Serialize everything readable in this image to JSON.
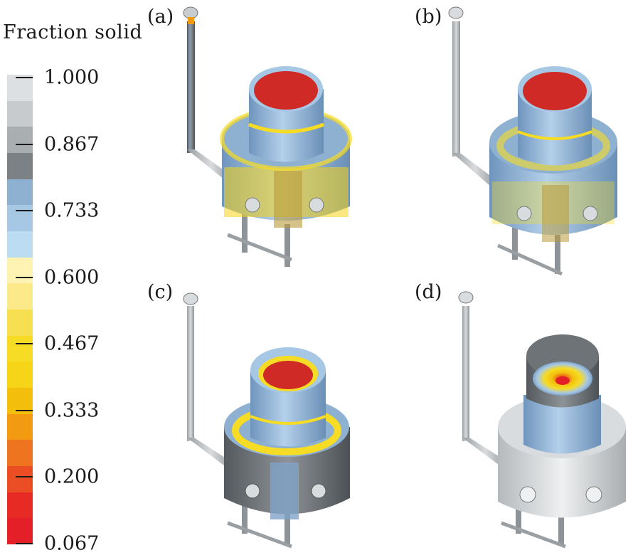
{
  "legend": {
    "title": "Fraction solid",
    "ticks": [
      "1.000",
      "0.867",
      "0.733",
      "0.600",
      "0.467",
      "0.333",
      "0.200",
      "0.067"
    ],
    "colors": [
      "#dde0e2",
      "#c7cbcd",
      "#a9aeb1",
      "#7c8185",
      "#8fb1d1",
      "#a7c8e4",
      "#bcdcf2",
      "#fff3b3",
      "#fbe98a",
      "#f7df52",
      "#f6dc24",
      "#f6d417",
      "#f4be0d",
      "#f19a12",
      "#ee7420",
      "#eb4d25",
      "#e82a25",
      "#e41f27"
    ]
  },
  "panels": [
    {
      "label": "(a)"
    },
    {
      "label": "(b)"
    },
    {
      "label": "(c)"
    },
    {
      "label": "(d)"
    }
  ]
}
